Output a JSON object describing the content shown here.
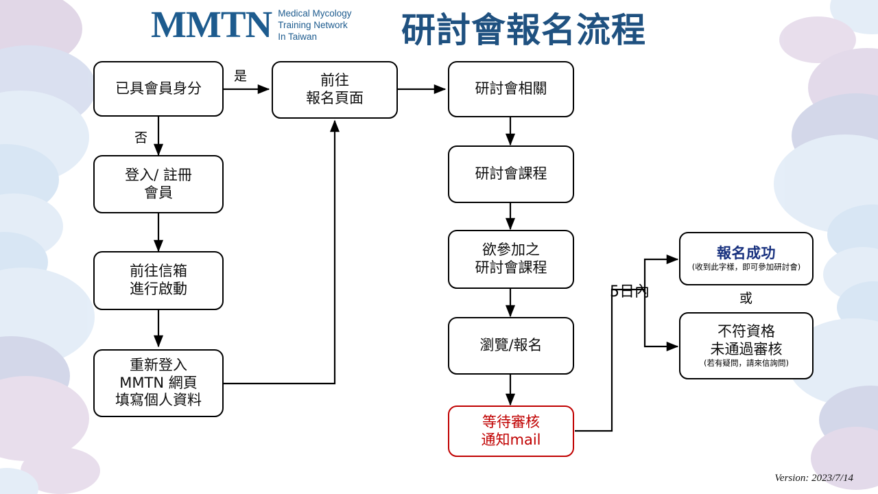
{
  "header": {
    "logo_mark": "MMTN",
    "logo_sub_line1": "Medical Mycology",
    "logo_sub_line2": "Training Network",
    "logo_sub_line3": "In Taiwan",
    "title": "研討會報名流程",
    "brand_color": "#1d5b8e",
    "title_color": "#1f5180"
  },
  "nodes": {
    "member_check": {
      "line1": "已具會員身分"
    },
    "go_register_page": {
      "line1": "前往",
      "line2": "報名頁面"
    },
    "login_signup": {
      "line1": "登入/ 註冊",
      "line2": "會員"
    },
    "mailbox_activate": {
      "line1": "前往信箱",
      "line2": "進行啟動"
    },
    "relogin_profile": {
      "line1": "重新登入",
      "line2": "MMTN 網頁",
      "line3": "填寫個人資料"
    },
    "seminar_related": {
      "line1": "研討會相關"
    },
    "seminar_course": {
      "line1": "研討會課程"
    },
    "desired_course": {
      "line1": "欲參加之",
      "line2": "研討會課程"
    },
    "browse_register": {
      "line1": "瀏覽/報名"
    },
    "await_review": {
      "line1": "等待審核",
      "line2": "通知mail",
      "color": "#c00000"
    },
    "success": {
      "line1": "報名成功",
      "note": "(收到此字樣，即可參加研討會)",
      "color": "#17307e"
    },
    "rejected": {
      "line1": "不符資格",
      "line2": "未通過審核",
      "note": "(若有疑問，請來信詢問)"
    }
  },
  "edge_labels": {
    "yes": "是",
    "no": "否",
    "within_5_days": "5日內",
    "or": "或"
  },
  "footer": {
    "version": "Version: 2023/7/14"
  }
}
